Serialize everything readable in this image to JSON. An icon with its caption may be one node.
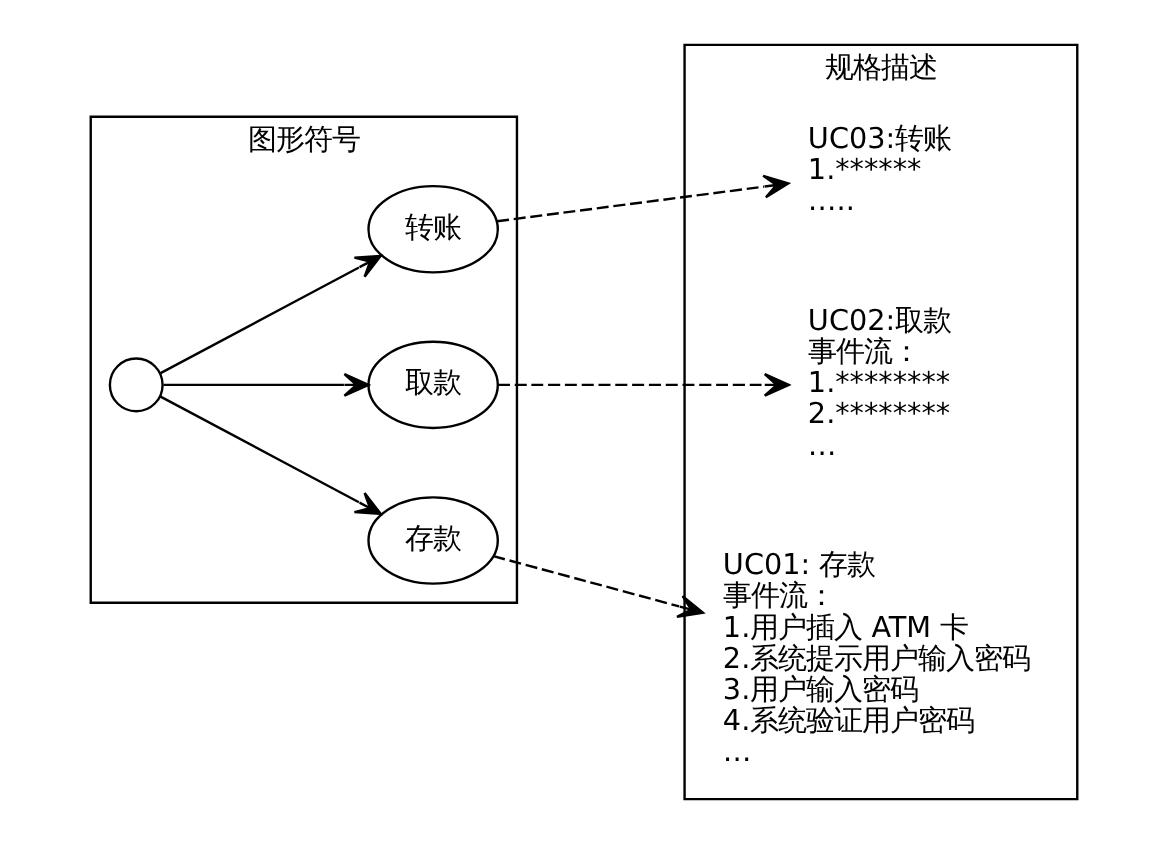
{
  "diagram": {
    "nodes": [
      {
        "text": [
          "图形符号"
        ]
      },
      {
        "text": [],
        "shape": "person",
        "in": 0
      },
      {
        "text": [
          "存款"
        ],
        "in": 0
      },
      {
        "text": [
          "取款"
        ],
        "in": 0
      },
      {
        "text": [
          "转账"
        ],
        "in": 0
      },
      {
        "text": [
          "规格描述"
        ]
      },
      {
        "text": [
          "UC01: 存款",
          "事件流：",
          "1.用户插入 ATM 卡",
          "2.系统提示用户输入密码",
          "3.用户输入密码",
          "4.系统验证用户密码",
          "…"
        ],
        "in": 5
      },
      {
        "text": [
          "UC02:取款",
          "事件流：",
          "1.********",
          "2.********",
          "…"
        ],
        "in": 5
      },
      {
        "text": [
          "UC03:转账",
          "1.******",
          "….."
        ],
        "in": 5
      }
    ],
    "edges": [
      {
        "from": 1,
        "to": 2,
        "arrow": "to"
      },
      {
        "from": 1,
        "to": 3,
        "arrow": "to"
      },
      {
        "from": 1,
        "to": 4,
        "arrow": "to"
      },
      {
        "from": 2,
        "to": 6,
        "arrow": "to",
        "style": "dashed"
      },
      {
        "from": 3,
        "to": 7,
        "arrow": "to",
        "style": "dashed"
      },
      {
        "from": 4,
        "to": 8,
        "arrow": "to",
        "style": "dashed"
      }
    ]
  }
}
